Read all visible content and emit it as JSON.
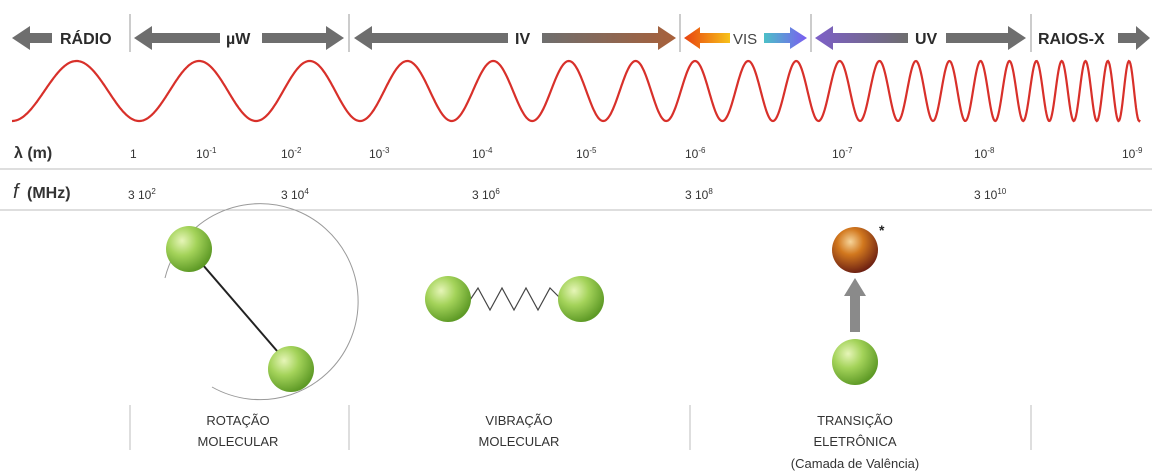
{
  "bands": {
    "radio": "RÁDIO",
    "microwave": "µW",
    "ir": "IV",
    "vis": "VIS",
    "uv": "UV",
    "xray": "RAIOS-X"
  },
  "rows": {
    "wavelength_label": "λ (m)",
    "frequency_symbol": "f",
    "frequency_label": "(MHz)"
  },
  "wavelength_ticks": [
    {
      "base": "1",
      "exp": ""
    },
    {
      "base": "10",
      "exp": "-1"
    },
    {
      "base": "10",
      "exp": "-2"
    },
    {
      "base": "10",
      "exp": "-3"
    },
    {
      "base": "10",
      "exp": "-4"
    },
    {
      "base": "10",
      "exp": "-5"
    },
    {
      "base": "10",
      "exp": "-6"
    },
    {
      "base": "10",
      "exp": "-7"
    },
    {
      "base": "10",
      "exp": "-8"
    },
    {
      "base": "10",
      "exp": "-9"
    }
  ],
  "frequency_ticks": [
    {
      "base": "3 10",
      "exp": "2"
    },
    {
      "base": "3 10",
      "exp": "4"
    },
    {
      "base": "3 10",
      "exp": "6"
    },
    {
      "base": "3 10",
      "exp": "8"
    },
    {
      "base": "3 10",
      "exp": "10"
    }
  ],
  "captions": {
    "rotation": [
      "ROTAÇÃO",
      "MOLECULAR"
    ],
    "vibration": [
      "VIBRAÇÃO",
      "MOLECULAR"
    ],
    "transition": [
      "TRANSIÇÃO",
      "ELETRÔNICA",
      "(Camada de Valência)"
    ],
    "excited_marker": "*"
  },
  "colors": {
    "arrow_gray": "#6e6e6e",
    "wave_red": "#d8302a",
    "atom_green": "#8cc43f",
    "excited_orange": "#b4561a"
  }
}
